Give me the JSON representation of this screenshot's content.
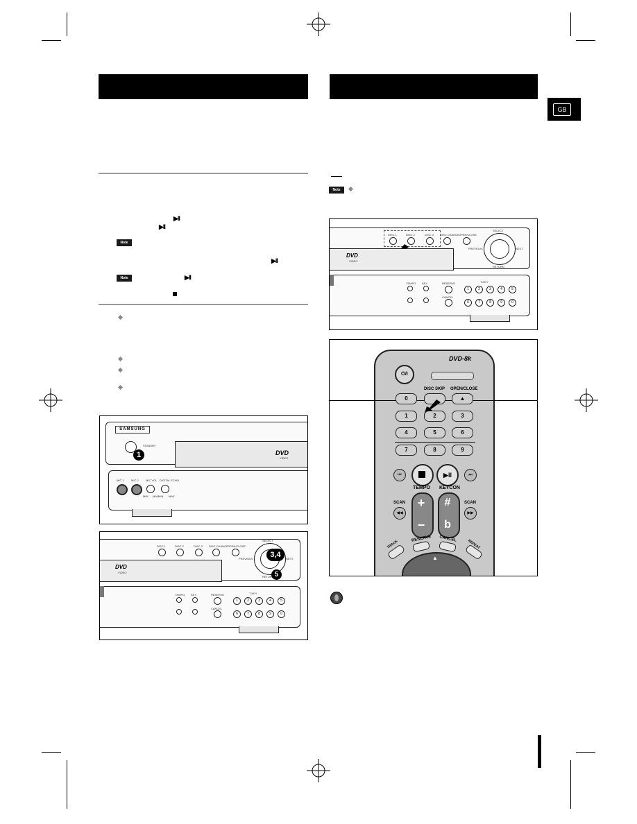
{
  "language_tab": "GB",
  "page_number": "",
  "notes": {
    "label": "Note"
  },
  "front_panel_fig": {
    "brand": "SAMSUNG",
    "standby": "STANDBY",
    "mics": [
      "MIC 1",
      "MIC 2",
      "MIC VOL",
      "DIGITAL ECHO"
    ],
    "mic_sub": [
      "MIN",
      "MAX",
      "MIN",
      "MAX"
    ],
    "logo": "DVD",
    "logo_sub": "VIDEO",
    "callout_1": "1"
  },
  "top_panel_fig": {
    "discs": [
      "DISC 1",
      "DISC 2",
      "DISC 3",
      "DISC CHANGE",
      "OPEN/CLOSE"
    ],
    "dial": {
      "top": "SELECT",
      "left": "PREVIOUS",
      "right": "NEXT",
      "bottom": "RETURN"
    },
    "tempo": "TEMPO",
    "key": "KEY",
    "reserve": "RESERVE",
    "cancel": "CANCEL",
    "tkey": "T-KEY",
    "numbers": [
      "1",
      "2",
      "3",
      "4",
      "5",
      "6",
      "7",
      "8",
      "9",
      "0"
    ],
    "callout_34": "3,4",
    "callout_5": "5",
    "logo": "DVD",
    "logo_sub": "VIDEO"
  },
  "remote_fig": {
    "power": "⏻/I",
    "logo": "DVD-8k",
    "disc_skip": "DISC SKIP",
    "open_close": "OPEN/CLOSE",
    "eject": "▲",
    "keys": [
      "0",
      "1",
      "2",
      "3",
      "4",
      "5",
      "6",
      "7",
      "8",
      "9"
    ],
    "tempo": "TEMPO",
    "keycon": "KEYCON",
    "scan": "SCAN",
    "plus": "+",
    "minus": "−",
    "sharp": "#",
    "flat": "b",
    "reserve": "RESERVE",
    "cancel": "CANCEL",
    "track": "TRACK",
    "repeat": "REPEAT",
    "up": "▲"
  }
}
